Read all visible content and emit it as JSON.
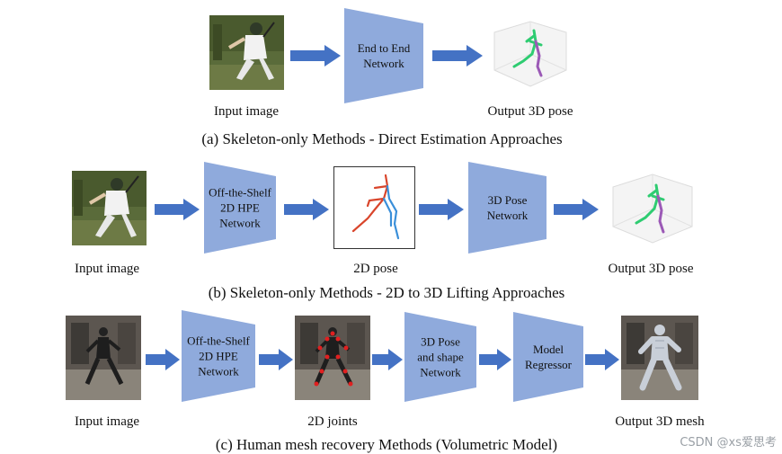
{
  "row_a": {
    "input_label": "Input image",
    "network": [
      "End to End",
      "Network"
    ],
    "output_label": "Output 3D pose",
    "caption": "(a) Skeleton-only Methods - Direct Estimation Approaches"
  },
  "row_b": {
    "input_label": "Input image",
    "network1": [
      "Off-the-Shelf",
      "2D HPE",
      "Network"
    ],
    "pose2d_label": "2D pose",
    "network2": [
      "3D Pose",
      "Network"
    ],
    "output_label": "Output 3D pose",
    "caption": "(b) Skeleton-only Methods - 2D to 3D Lifting Approaches"
  },
  "row_c": {
    "input_label": "Input image",
    "network1": [
      "Off-the-Shelf",
      "2D HPE",
      "Network"
    ],
    "joints_label": "2D joints",
    "network2": [
      "3D Pose",
      "and shape",
      "Network"
    ],
    "network3": [
      "Model",
      "Regressor"
    ],
    "output_label": "Output 3D mesh",
    "caption": "(c) Human mesh recovery Methods (Volumetric Model)"
  },
  "watermark": "CSDN @xs爱思考",
  "colors": {
    "block_fill": "#8faadc",
    "arrow_fill": "#4472c4",
    "pose_left": "#2ecc71",
    "pose_right": "#9b59b6",
    "pose2d_red": "#d9452b",
    "pose2d_blue": "#3a8fd9"
  }
}
